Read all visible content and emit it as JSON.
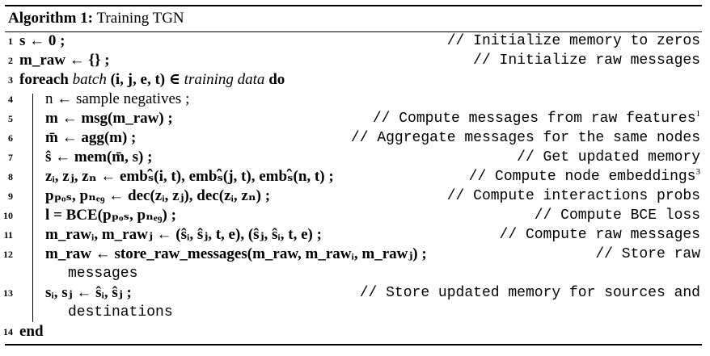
{
  "algorithm": {
    "label": "Algorithm 1:",
    "title": "Training TGN"
  },
  "lines": [
    {
      "num": "1",
      "code": "s ← 0 ;",
      "comment": "// Initialize memory to zeros"
    },
    {
      "num": "2",
      "code": "m_raw ← {} ;",
      "comment": "// Initialize raw messages"
    },
    {
      "num": "3",
      "code_kw": "foreach",
      "code_var": "batch",
      "code_mid": "(i, j, e, t) ∈",
      "code_var2": "training data",
      "code_kw2": "do"
    },
    {
      "num": "4",
      "code": "n ← sample negatives ;"
    },
    {
      "num": "5",
      "code": "m ← msg(m_raw) ;",
      "comment": "// Compute messages from raw features",
      "sup": "1"
    },
    {
      "num": "6",
      "code": "m̄ ← agg(m) ;",
      "comment": "// Aggregate messages for the same nodes"
    },
    {
      "num": "7",
      "code": "ŝ ← mem(m̄, s) ;",
      "comment": "// Get updated memory"
    },
    {
      "num": "8",
      "code": "zᵢ, zⱼ, zₙ ← embₛ̂(i, t), embₛ̂(j, t), embₛ̂(n, t) ;",
      "comment": "// Compute node embeddings",
      "sup": "3"
    },
    {
      "num": "9",
      "code": "pₚₒₛ, pₙₑ₉ ← dec(zᵢ, zⱼ), dec(zᵢ, zₙ) ;",
      "comment": "// Compute interactions probs"
    },
    {
      "num": "10",
      "code": "l = BCE(pₚₒₛ, pₙₑ₉) ;",
      "comment": "// Compute BCE loss"
    },
    {
      "num": "11",
      "code": "m_rawᵢ, m_rawⱼ ← (ŝᵢ, ŝⱼ, t, e), (ŝⱼ, ŝᵢ, t, e) ;",
      "comment": "// Compute raw messages"
    },
    {
      "num": "12",
      "code": "m_raw ← store_raw_messages(m_raw, m_rawᵢ, m_rawⱼ) ;",
      "comment": "// Store raw",
      "comment_cont": "messages"
    },
    {
      "num": "13",
      "code": "sᵢ, sⱼ ← ŝᵢ, ŝⱼ ;",
      "comment": "// Store updated memory for sources and",
      "comment_cont": "destinations"
    },
    {
      "num": "14",
      "code_kw": "end"
    }
  ]
}
